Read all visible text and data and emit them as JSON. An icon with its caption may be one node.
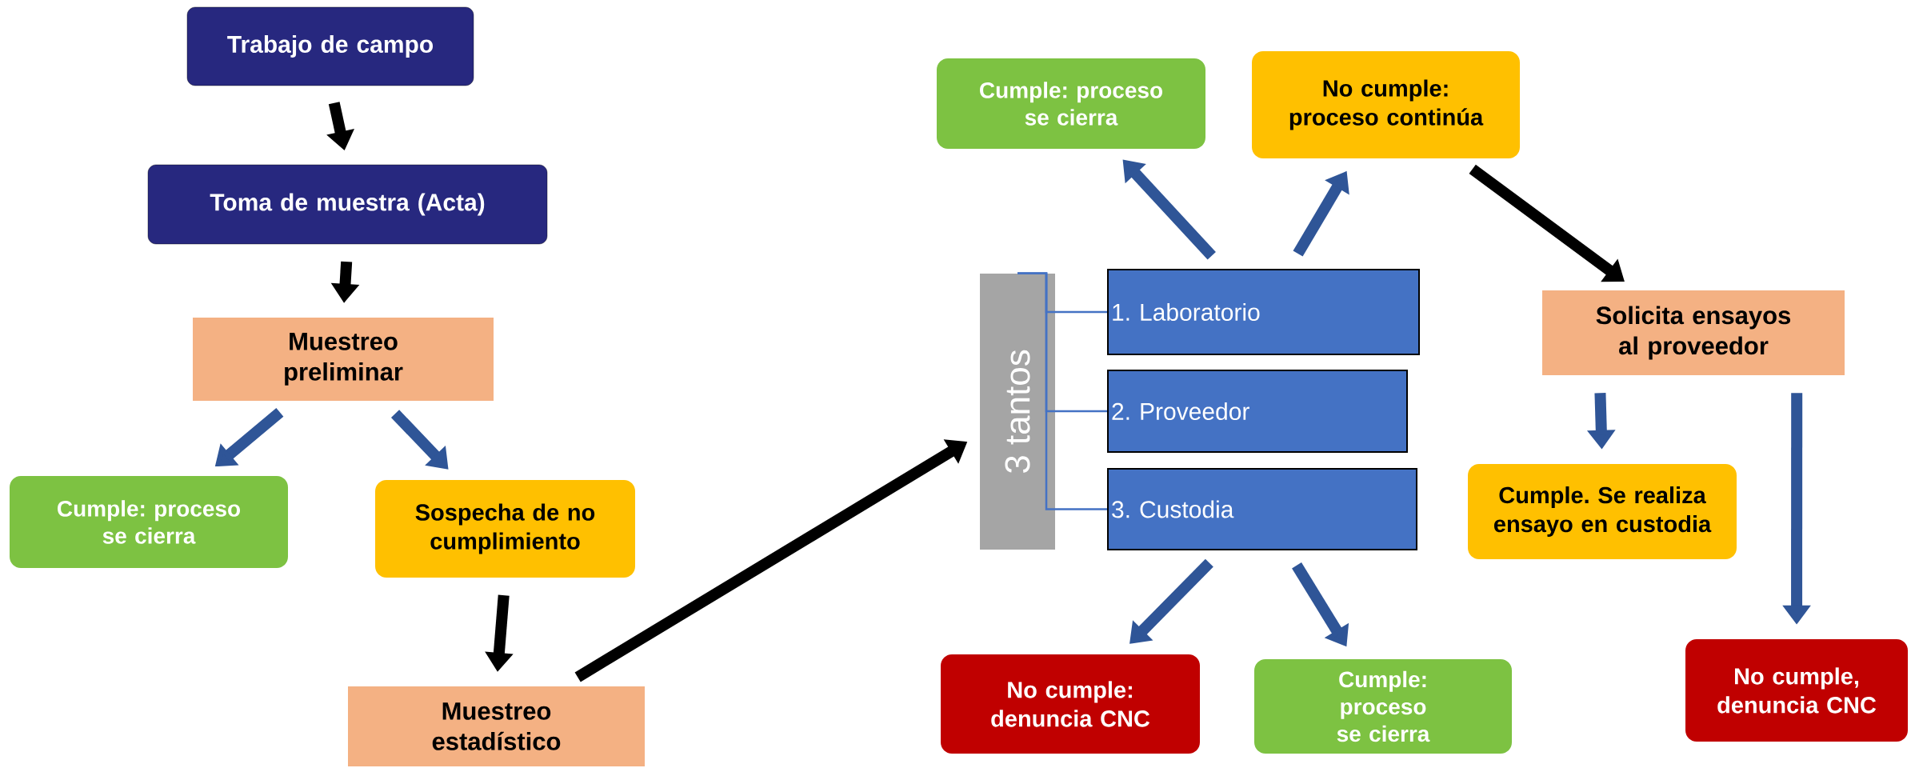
{
  "diagram": {
    "nodes": [
      {
        "text": [
          "Trabajo de campo"
        ]
      },
      {
        "text": [
          "Toma de muestra (Acta)"
        ]
      },
      {
        "text": [
          "Muestreo preliminar"
        ]
      },
      {
        "text": [
          "Cumple: proceso se cierra"
        ]
      },
      {
        "text": [
          "Sospecha de no cumplimiento"
        ]
      },
      {
        "text": [
          "Muestreo estadístico"
        ]
      },
      {
        "text": [
          "3 tantos"
        ]
      },
      {
        "text": [
          "1. Laboratorio"
        ]
      },
      {
        "text": [
          "2. Proveedor"
        ]
      },
      {
        "text": [
          "3. Custodia"
        ]
      },
      {
        "text": [
          "Cumple: proceso se cierra"
        ]
      },
      {
        "text": [
          "No cumple: proceso continúa"
        ]
      },
      {
        "text": [
          "No cumple: denuncia CNC"
        ]
      },
      {
        "text": [
          "Cumple: proceso se cierra"
        ]
      },
      {
        "text": [
          "Solicita ensayos al proveedor"
        ]
      },
      {
        "text": [
          "Cumple. Se realiza ensayo en custodia"
        ]
      },
      {
        "text": [
          "No cumple, denuncia CNC"
        ]
      }
    ],
    "edges": [
      {
        "from": 0,
        "to": 1,
        "arrow": "to",
        "color": "#000000"
      },
      {
        "from": 1,
        "to": 2,
        "arrow": "to",
        "color": "#000000"
      },
      {
        "from": 2,
        "to": 3,
        "arrow": "to",
        "color": "#2f5597"
      },
      {
        "from": 2,
        "to": 4,
        "arrow": "to",
        "color": "#2f5597"
      },
      {
        "from": 4,
        "to": 5,
        "arrow": "to",
        "color": "#000000"
      },
      {
        "from": 5,
        "to": 6,
        "arrow": "to",
        "color": "#000000"
      },
      {
        "from": 6,
        "to": 7,
        "arrow": "none"
      },
      {
        "from": 6,
        "to": 8,
        "arrow": "none"
      },
      {
        "from": 6,
        "to": 9,
        "arrow": "none"
      },
      {
        "from": 7,
        "to": 10,
        "arrow": "to",
        "color": "#2f5597"
      },
      {
        "from": 7,
        "to": 11,
        "arrow": "to",
        "color": "#2f5597"
      },
      {
        "from": 9,
        "to": 12,
        "arrow": "to",
        "color": "#2f5597"
      },
      {
        "from": 9,
        "to": 13,
        "arrow": "to",
        "color": "#2f5597"
      },
      {
        "from": 11,
        "to": 14,
        "arrow": "to",
        "color": "#000000"
      },
      {
        "from": 14,
        "to": 15,
        "arrow": "to",
        "color": "#2f5597"
      },
      {
        "from": 14,
        "to": 16,
        "arrow": "to",
        "color": "#2f5597"
      }
    ]
  }
}
